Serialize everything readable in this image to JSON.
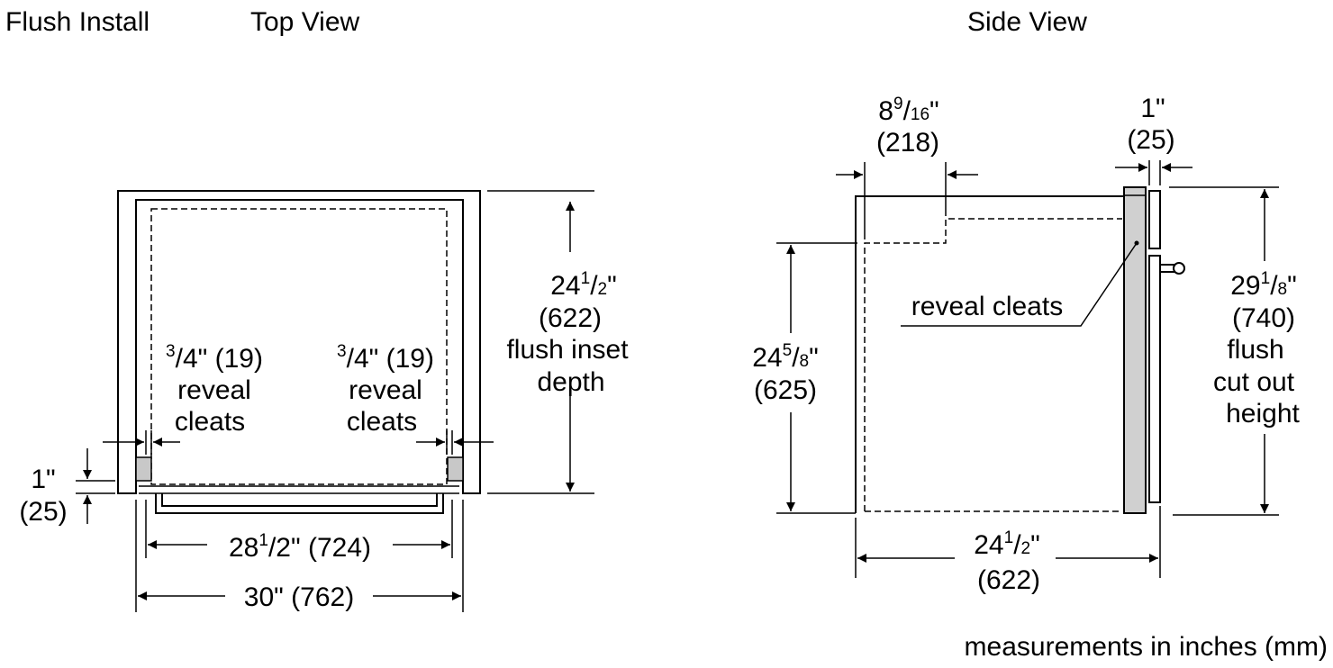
{
  "titles": {
    "flush_install": "Flush Install",
    "top_view": "Top View",
    "side_view": "Side View"
  },
  "top_view": {
    "depth": {
      "whole": "24",
      "num": "1",
      "den": "2",
      "unit": "\"",
      "mm": "(622)",
      "line3": "flush inset",
      "line4": "depth"
    },
    "left_cleat": {
      "num": "3",
      "den": "4",
      "rest": "\" (19)",
      "line2": "reveal",
      "line3": "cleats"
    },
    "right_cleat": {
      "num": "3",
      "den": "4",
      "rest": "\" (19)",
      "line2": "reveal",
      "line3": "cleats"
    },
    "offset": {
      "line1": "1\"",
      "line2": "(25)"
    },
    "inner_width": {
      "whole": "28",
      "num": "1",
      "den": "2",
      "rest": "\" (724)"
    },
    "outer_width": {
      "text": "30\" (762)"
    }
  },
  "side_view": {
    "top_offset": {
      "whole": "8",
      "num": "9",
      "den": "16",
      "unit": "\"",
      "mm": "(218)"
    },
    "front": {
      "line1": "1\"",
      "line2": "(25)"
    },
    "reveal_label": "reveal cleats",
    "left_height": {
      "whole": "24",
      "num": "5",
      "den": "8",
      "unit": "\"",
      "mm": "(625)"
    },
    "cutout": {
      "whole": "29",
      "num": "1",
      "den": "8",
      "unit": "\"",
      "mm": "(740)",
      "line3": "flush",
      "line4": "cut out",
      "line5": "height"
    },
    "depth": {
      "whole": "24",
      "num": "1",
      "den": "2",
      "unit": "\"",
      "mm": "(622)"
    }
  },
  "footer": {
    "note": "measurements in inches (mm)"
  },
  "colors": {
    "line": "#000000",
    "cleat_fill": "#c8c8c8",
    "door_fill": "#d0d0d0",
    "background": "#ffffff"
  }
}
